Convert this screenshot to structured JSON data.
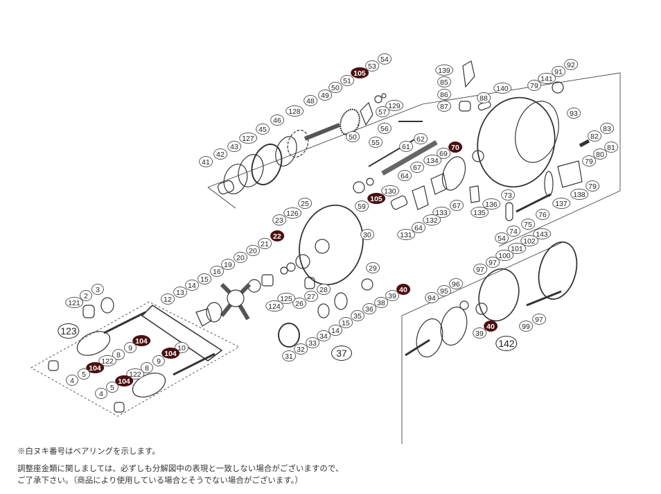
{
  "parts": [
    {
      "n": "54",
      "style": "normal"
    },
    {
      "n": "53",
      "style": "normal"
    },
    {
      "n": "105",
      "style": "bearing"
    },
    {
      "n": "51",
      "style": "normal"
    },
    {
      "n": "50",
      "style": "normal"
    },
    {
      "n": "49",
      "style": "normal"
    },
    {
      "n": "48",
      "style": "normal"
    },
    {
      "n": "128",
      "style": "normal"
    },
    {
      "n": "46",
      "style": "normal"
    },
    {
      "n": "45",
      "style": "normal"
    },
    {
      "n": "127",
      "style": "normal"
    },
    {
      "n": "43",
      "style": "normal"
    },
    {
      "n": "42",
      "style": "normal"
    },
    {
      "n": "41",
      "style": "normal"
    },
    {
      "n": "129",
      "style": "normal"
    },
    {
      "n": "57",
      "style": "normal"
    },
    {
      "n": "50",
      "style": "normal"
    },
    {
      "n": "56",
      "style": "normal"
    },
    {
      "n": "55",
      "style": "normal"
    },
    {
      "n": "62",
      "style": "normal"
    },
    {
      "n": "61",
      "style": "normal"
    },
    {
      "n": "67",
      "style": "normal"
    },
    {
      "n": "64",
      "style": "normal"
    },
    {
      "n": "130",
      "style": "normal"
    },
    {
      "n": "105",
      "style": "bearing"
    },
    {
      "n": "59",
      "style": "normal"
    },
    {
      "n": "70",
      "style": "bearing"
    },
    {
      "n": "69",
      "style": "normal"
    },
    {
      "n": "134",
      "style": "normal"
    },
    {
      "n": "133",
      "style": "normal"
    },
    {
      "n": "67",
      "style": "normal"
    },
    {
      "n": "132",
      "style": "normal"
    },
    {
      "n": "64",
      "style": "normal"
    },
    {
      "n": "131",
      "style": "normal"
    },
    {
      "n": "135",
      "style": "normal"
    },
    {
      "n": "136",
      "style": "normal"
    },
    {
      "n": "73",
      "style": "normal"
    },
    {
      "n": "75",
      "style": "normal"
    },
    {
      "n": "74",
      "style": "normal"
    },
    {
      "n": "54",
      "style": "normal"
    },
    {
      "n": "139",
      "style": "normal"
    },
    {
      "n": "85",
      "style": "normal"
    },
    {
      "n": "86",
      "style": "normal"
    },
    {
      "n": "87",
      "style": "normal"
    },
    {
      "n": "88",
      "style": "normal"
    },
    {
      "n": "140",
      "style": "normal"
    },
    {
      "n": "79",
      "style": "normal"
    },
    {
      "n": "141",
      "style": "normal"
    },
    {
      "n": "91",
      "style": "normal"
    },
    {
      "n": "92",
      "style": "normal"
    },
    {
      "n": "93",
      "style": "normal"
    },
    {
      "n": "83",
      "style": "normal"
    },
    {
      "n": "82",
      "style": "normal"
    },
    {
      "n": "81",
      "style": "normal"
    },
    {
      "n": "80",
      "style": "normal"
    },
    {
      "n": "79",
      "style": "normal"
    },
    {
      "n": "79",
      "style": "normal"
    },
    {
      "n": "138",
      "style": "normal"
    },
    {
      "n": "137",
      "style": "normal"
    },
    {
      "n": "76",
      "style": "normal"
    },
    {
      "n": "25",
      "style": "normal"
    },
    {
      "n": "126",
      "style": "normal"
    },
    {
      "n": "23",
      "style": "normal"
    },
    {
      "n": "22",
      "style": "bearing"
    },
    {
      "n": "21",
      "style": "normal"
    },
    {
      "n": "20",
      "style": "normal"
    },
    {
      "n": "20",
      "style": "normal"
    },
    {
      "n": "19",
      "style": "normal"
    },
    {
      "n": "16",
      "style": "normal"
    },
    {
      "n": "15",
      "style": "normal"
    },
    {
      "n": "14",
      "style": "normal"
    },
    {
      "n": "13",
      "style": "normal"
    },
    {
      "n": "30",
      "style": "normal"
    },
    {
      "n": "29",
      "style": "normal"
    },
    {
      "n": "28",
      "style": "normal"
    },
    {
      "n": "27",
      "style": "normal"
    },
    {
      "n": "26",
      "style": "normal"
    },
    {
      "n": "125",
      "style": "normal"
    },
    {
      "n": "124",
      "style": "normal"
    },
    {
      "n": "40",
      "style": "bearing"
    },
    {
      "n": "39",
      "style": "normal"
    },
    {
      "n": "38",
      "style": "normal"
    },
    {
      "n": "36",
      "style": "normal"
    },
    {
      "n": "35",
      "style": "normal"
    },
    {
      "n": "15",
      "style": "normal"
    },
    {
      "n": "14",
      "style": "normal"
    },
    {
      "n": "34",
      "style": "normal"
    },
    {
      "n": "33",
      "style": "normal"
    },
    {
      "n": "32",
      "style": "normal"
    },
    {
      "n": "31",
      "style": "normal"
    },
    {
      "n": "37",
      "style": "group"
    },
    {
      "n": "3",
      "style": "normal"
    },
    {
      "n": "2",
      "style": "normal"
    },
    {
      "n": "121",
      "style": "normal"
    },
    {
      "n": "123",
      "style": "group"
    },
    {
      "n": "104",
      "style": "bearing"
    },
    {
      "n": "9",
      "style": "normal"
    },
    {
      "n": "8",
      "style": "normal"
    },
    {
      "n": "122",
      "style": "normal"
    },
    {
      "n": "104",
      "style": "bearing"
    },
    {
      "n": "5",
      "style": "normal"
    },
    {
      "n": "4",
      "style": "normal"
    },
    {
      "n": "10",
      "style": "normal"
    },
    {
      "n": "104",
      "style": "bearing"
    },
    {
      "n": "9",
      "style": "normal"
    },
    {
      "n": "8",
      "style": "normal"
    },
    {
      "n": "122",
      "style": "normal"
    },
    {
      "n": "104",
      "style": "bearing"
    },
    {
      "n": "5",
      "style": "normal"
    },
    {
      "n": "4",
      "style": "normal"
    },
    {
      "n": "12",
      "style": "normal"
    },
    {
      "n": "143",
      "style": "normal"
    },
    {
      "n": "102",
      "style": "normal"
    },
    {
      "n": "101",
      "style": "normal"
    },
    {
      "n": "100",
      "style": "normal"
    },
    {
      "n": "97",
      "style": "normal"
    },
    {
      "n": "97",
      "style": "normal"
    },
    {
      "n": "96",
      "style": "normal"
    },
    {
      "n": "95",
      "style": "normal"
    },
    {
      "n": "94",
      "style": "normal"
    },
    {
      "n": "97",
      "style": "normal"
    },
    {
      "n": "99",
      "style": "normal"
    },
    {
      "n": "40",
      "style": "bearing"
    },
    {
      "n": "39",
      "style": "normal"
    },
    {
      "n": "142",
      "style": "group"
    }
  ],
  "notes": [
    "※白ヌキ番号はベアリングを示します。",
    "調整座金類に関しましては、必ずしも分解図中の表現と一致しない場合がございますので、",
    "ご了承下さい。（商品により使用している場合とそうでない場合がございます。）"
  ],
  "colors": {
    "bearing": "#4a1010",
    "line": "#333333"
  }
}
